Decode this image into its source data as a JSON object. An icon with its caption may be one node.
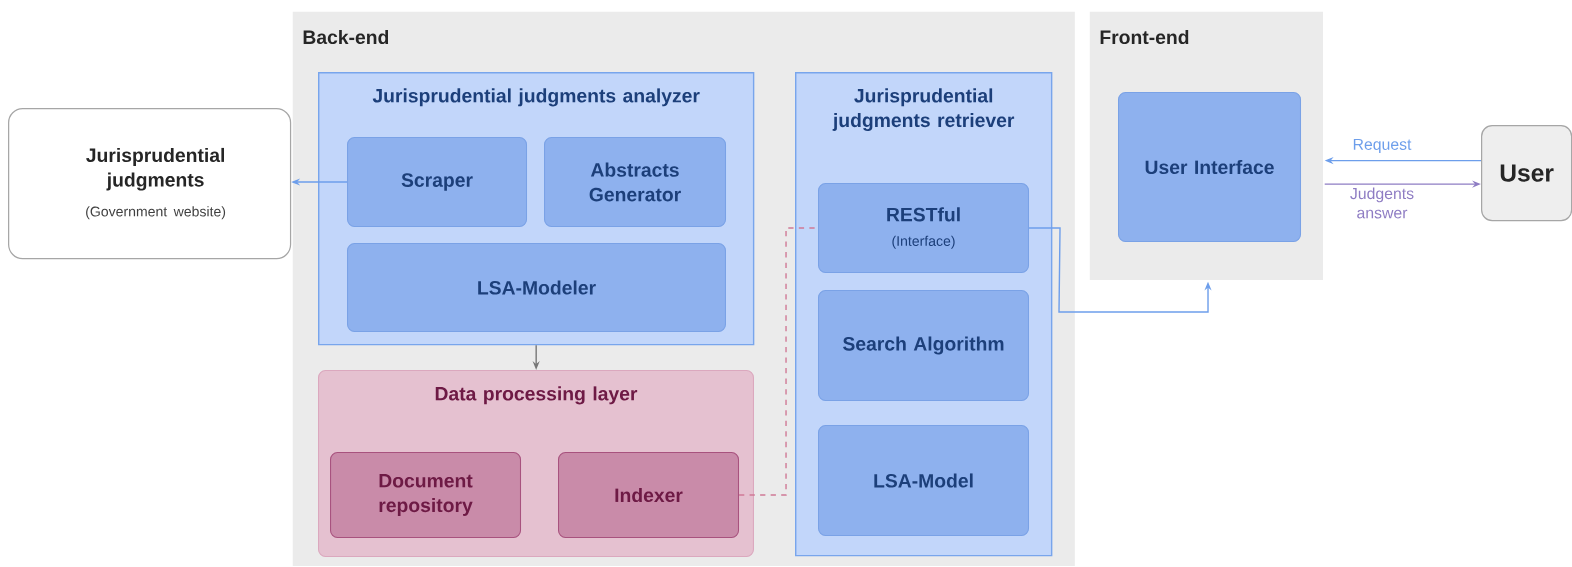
{
  "diagram": {
    "nodes": [
      {
        "text": [
          "Back-end"
        ]
      },
      {
        "text": [
          "Jurisprudential judgments analyzer"
        ],
        "in": 0
      },
      {
        "text": [
          "Scraper"
        ],
        "in": 1
      },
      {
        "text": [
          "Abstracts Generator"
        ],
        "in": 1
      },
      {
        "text": [
          "LSA-Modeler"
        ],
        "in": 1
      },
      {
        "text": [
          "Data processing layer"
        ],
        "in": 0
      },
      {
        "text": [
          "Document repository"
        ],
        "in": 5
      },
      {
        "text": [
          "Indexer"
        ],
        "in": 5
      },
      {
        "text": [
          "Jurisprudential judgments retriever"
        ],
        "in": 0
      },
      {
        "text": [
          "RESTful",
          "(Interface)"
        ],
        "in": 8
      },
      {
        "text": [
          "Search Algorithm"
        ],
        "in": 8
      },
      {
        "text": [
          "LSA-Model"
        ],
        "in": 8
      },
      {
        "text": [
          "Front-end"
        ]
      },
      {
        "text": [
          "User Interface"
        ],
        "in": 12
      },
      {
        "text": [
          "Jurisprudential judgments",
          "(Government website)"
        ]
      },
      {
        "text": [
          "User"
        ]
      }
    ],
    "edges": [
      {
        "from": 2,
        "to": 14,
        "arrow": "to"
      },
      {
        "from": 1,
        "to": 5,
        "arrow": "to",
        "color": "#777777"
      },
      {
        "from": 7,
        "to": 9,
        "arrow": "none",
        "style": "dashed",
        "color": "#d07a96"
      },
      {
        "from": 9,
        "to": 12,
        "arrow": "to"
      },
      {
        "from": 15,
        "to": 12,
        "arrow": "to",
        "label": "Request"
      },
      {
        "from": 12,
        "to": 15,
        "arrow": "to",
        "label": "Judgents answer",
        "color": "#8e7cc3"
      }
    ]
  }
}
